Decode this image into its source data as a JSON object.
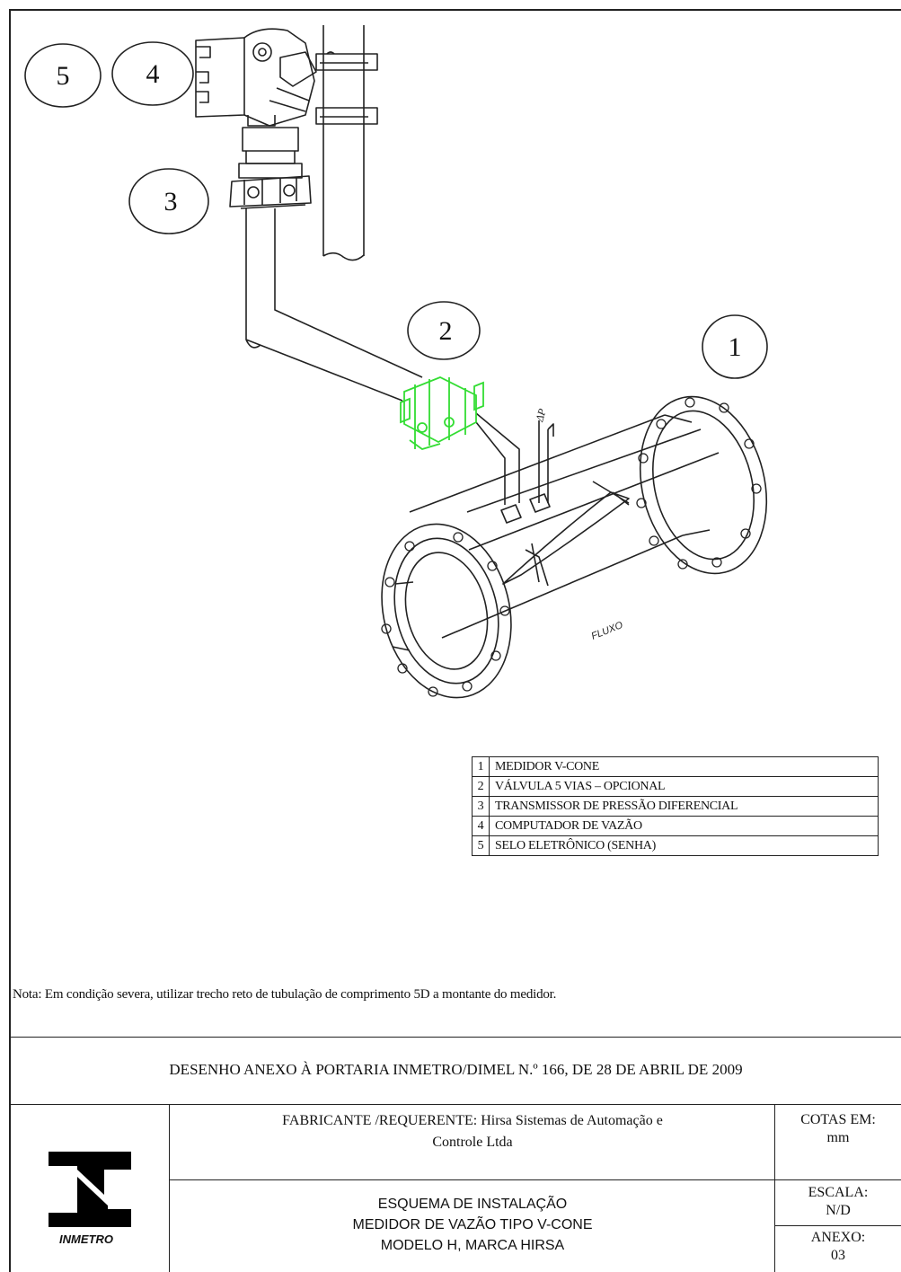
{
  "callouts": [
    "1",
    "2",
    "3",
    "4",
    "5"
  ],
  "dp_label": "ΔP",
  "flow_stamp": "FLUXO",
  "legend": [
    {
      "num": "1",
      "text": "MEDIDOR V-CONE"
    },
    {
      "num": "2",
      "text": "VÁLVULA 5 VIAS – OPCIONAL"
    },
    {
      "num": "3",
      "text": "TRANSMISSOR DE PRESSÃO DIFERENCIAL"
    },
    {
      "num": "4",
      "text": "COMPUTADOR DE VAZÃO"
    },
    {
      "num": "5",
      "text": "SELO ELETRÔNICO (SENHA)"
    }
  ],
  "note": "Nota: Em condição severa, utilizar trecho reto de  tubulação de comprimento 5D a montante do medidor.",
  "portaria": "DESENHO ANEXO À PORTARIA INMETRO/DIMEL N.º 166, DE 28 DE ABRIL DE 2009",
  "title_block": {
    "fabricante_line1": "FABRICANTE /REQUERENTE: Hirsa Sistemas de Automação e",
    "fabricante_line2": "Controle Ltda",
    "cotas_label": "COTAS EM:",
    "cotas_value": "mm",
    "esquema_line1": "ESQUEMA DE INSTALAÇÃO",
    "esquema_line2": "MEDIDOR DE VAZÃO TIPO V-CONE",
    "esquema_line3": "MODELO H, MARCA HIRSA",
    "escala_label": "ESCALA:",
    "escala_value": "N/D",
    "anexo_label": "ANEXO:",
    "anexo_value": "03",
    "logo_text": "INMETRO"
  },
  "colors": {
    "line": "#222222",
    "valve_highlight": "#33dd33",
    "background": "#ffffff"
  }
}
